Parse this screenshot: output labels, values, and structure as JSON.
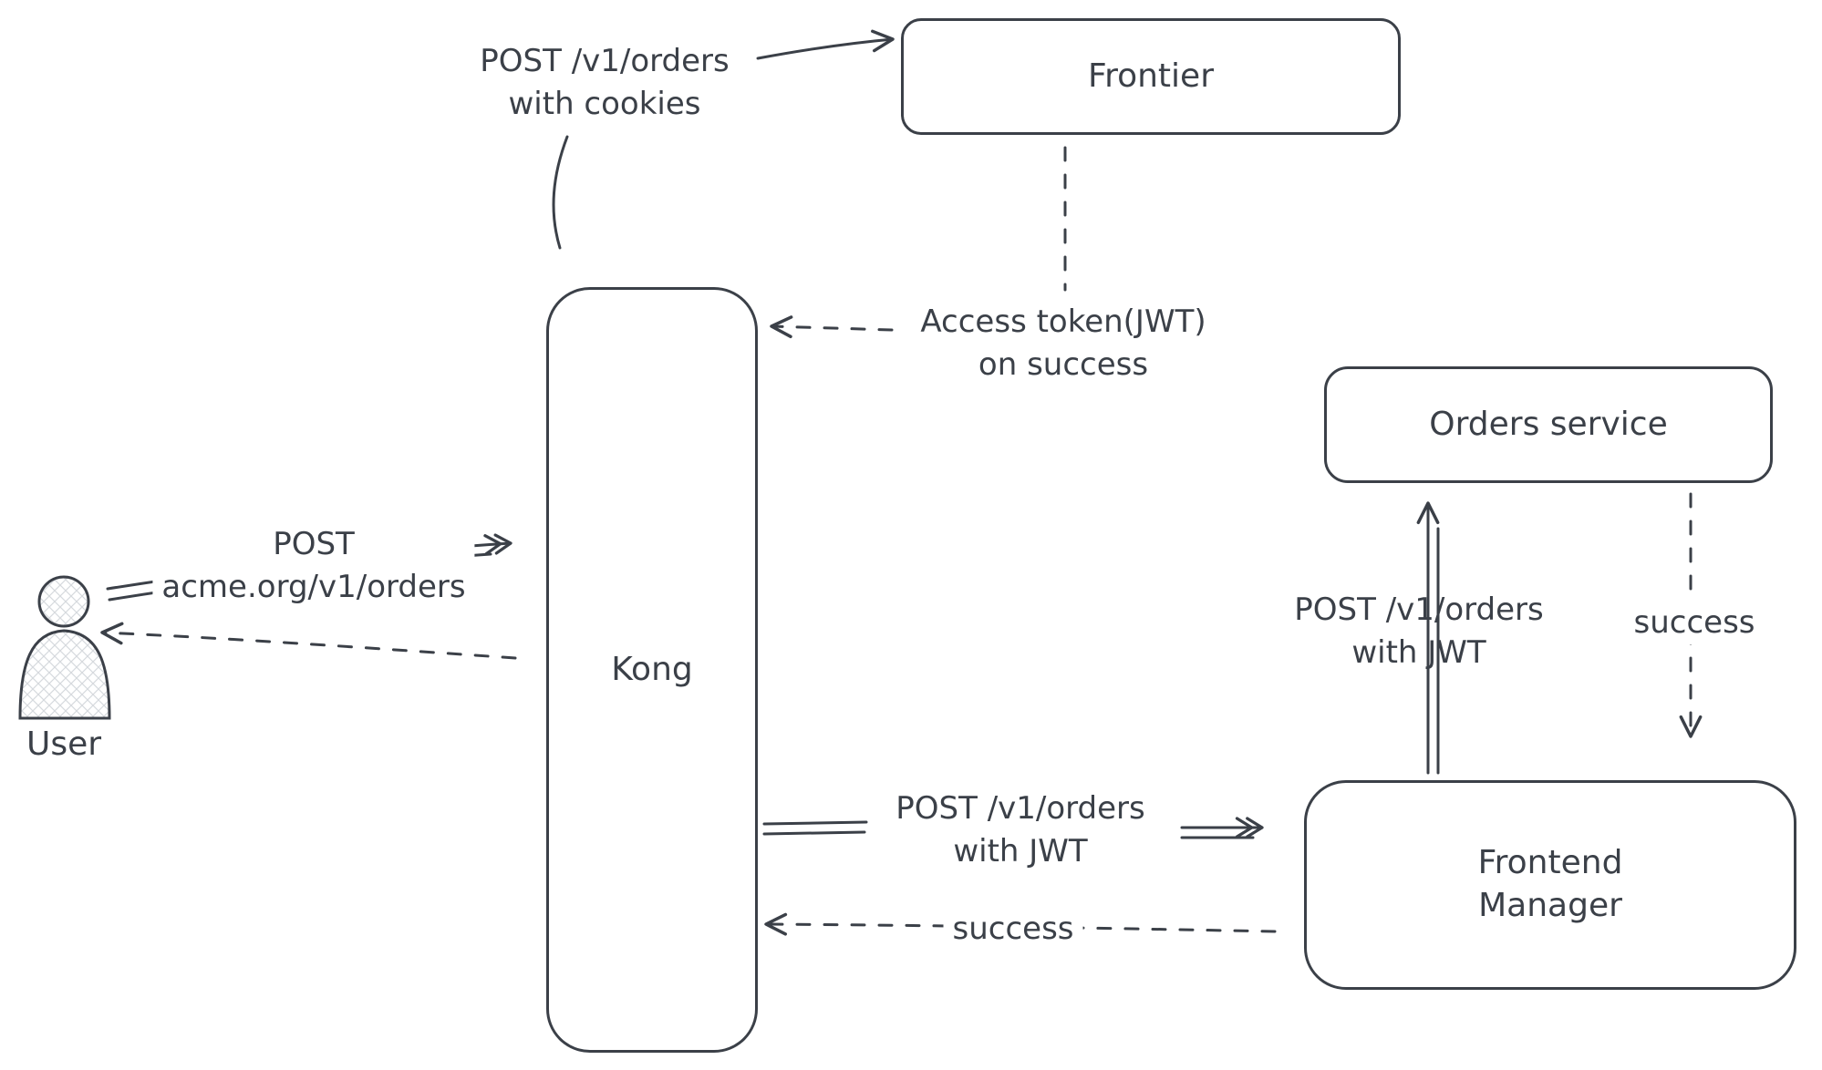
{
  "diagram": {
    "type": "sequence-flow-sketch",
    "colors": {
      "ink": "#3b4048",
      "background": "#ffffff",
      "hatch": "#d6d9dd"
    },
    "nodes": {
      "frontier": {
        "label": "Frontier"
      },
      "kong": {
        "label": "Kong"
      },
      "orders_service": {
        "label": "Orders service"
      },
      "frontend_manager": {
        "line1": "Frontend",
        "line2": "Manager"
      },
      "user": {
        "label": "User"
      }
    },
    "edges": {
      "user_to_kong": {
        "line1": "POST",
        "line2": "acme.org/v1/orders",
        "style": "solid"
      },
      "kong_to_user": {
        "style": "dashed"
      },
      "kong_to_frontier": {
        "line1": "POST /v1/orders",
        "line2": "with cookies",
        "style": "solid"
      },
      "frontier_to_kong": {
        "line1": "Access token(JWT)",
        "line2": "on success",
        "style": "dashed"
      },
      "kong_to_frontend_manager": {
        "line1": "POST /v1/orders",
        "line2": "with JWT",
        "style": "solid"
      },
      "frontend_manager_to_kong": {
        "label": "success",
        "style": "dashed"
      },
      "frontend_manager_to_orders": {
        "line1": "POST /v1/orders",
        "line2": "with JWT",
        "style": "solid"
      },
      "orders_to_frontend_manager": {
        "label": "success",
        "style": "dashed"
      }
    }
  }
}
